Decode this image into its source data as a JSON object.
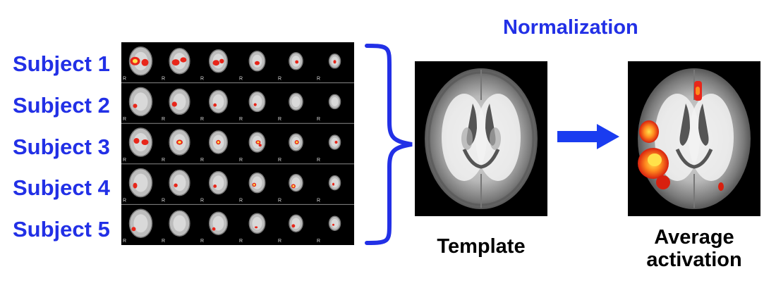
{
  "title": "Normalization",
  "subjects": [
    "Subject 1",
    "Subject 2",
    "Subject 3",
    "Subject 4",
    "Subject 5"
  ],
  "slice_marker": "R",
  "template_label": "Template",
  "average_label_line1": "Average",
  "average_label_line2": "activation",
  "colors": {
    "label_blue": "#2230e6",
    "bracket_blue": "#2230e6",
    "arrow_blue": "#1a3cf0",
    "activation_red": "#e8261a",
    "activation_yellow": "#ffe14a"
  },
  "icons": {
    "bracket": "curly-brace-icon",
    "arrow": "right-arrow-icon"
  }
}
